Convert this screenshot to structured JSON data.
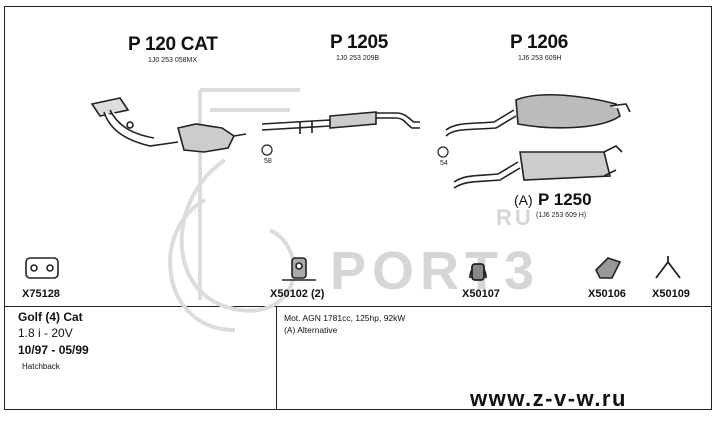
{
  "parts": {
    "p1": {
      "code": "P 120 CAT",
      "oem": "1J0 253 058MX"
    },
    "p2": {
      "code": "P 1205",
      "oem": "1J0 253 209B"
    },
    "p3": {
      "code": "P 1206",
      "oem": "1J6 253 609H"
    },
    "p4": {
      "tag": "(A)",
      "code": "P 1250",
      "oem": "(1J6 253 609 H)"
    }
  },
  "clamp_numbers": {
    "c1": "58",
    "c2": "54"
  },
  "fittings": [
    {
      "code": "X75128",
      "icon": "gasket-icon"
    },
    {
      "code": "X50102 (2)",
      "icon": "rubber-mount-icon"
    },
    {
      "code": "X50107",
      "icon": "hanger-ring-icon"
    },
    {
      "code": "X50106",
      "icon": "bracket-icon"
    },
    {
      "code": "X50109",
      "icon": "bracket-v-icon"
    }
  ],
  "vehicle": {
    "model": "Golf (4) Cat",
    "engine": "1.8 i - 20V",
    "years": "10/97 - 05/99",
    "body": "Hatchback"
  },
  "notes": {
    "mot": "Mot. AGN 1781cc, 125hp, 92kW",
    "alt": "(A) Alternative"
  },
  "watermark": {
    "text": "PORT3",
    "suffix": "RU"
  },
  "website": "www.z-v-w.ru",
  "colors": {
    "line": "#222222",
    "watermark": "#d6d6d6"
  }
}
